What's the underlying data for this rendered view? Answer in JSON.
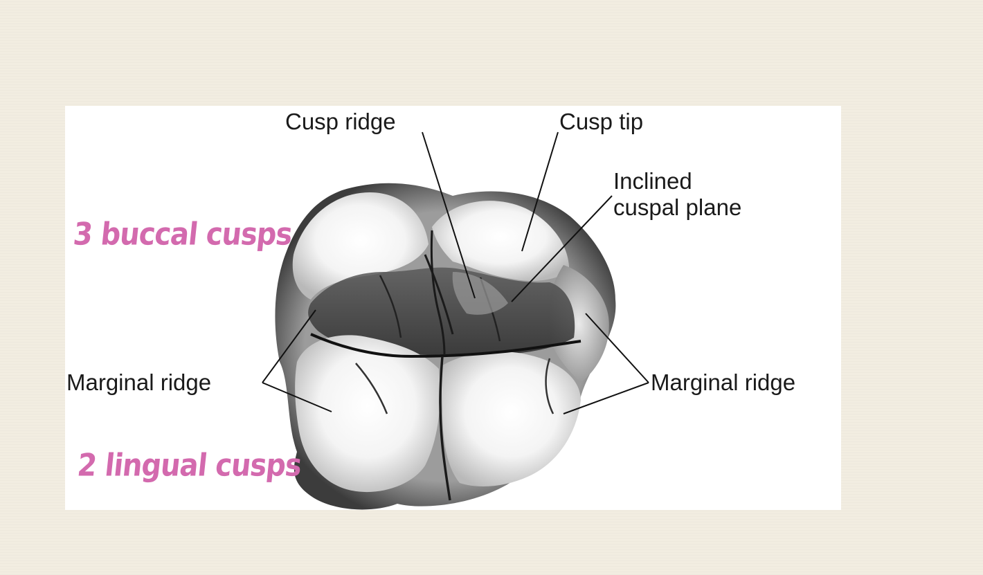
{
  "labels": {
    "cusp_ridge": "Cusp ridge",
    "cusp_tip": "Cusp tip",
    "inclined_plane_line1": "Inclined",
    "inclined_plane_line2": "cuspal plane",
    "marginal_ridge_left": "Marginal ridge",
    "marginal_ridge_right": "Marginal ridge"
  },
  "annotations": {
    "buccal": "3 buccal cusps",
    "lingual": "2 lingual cusps"
  },
  "colors": {
    "annotation": "#d36aae",
    "label_text": "#1a1a1a",
    "leader_line": "#111111",
    "background": "#f2ede1",
    "panel": "#ffffff"
  }
}
